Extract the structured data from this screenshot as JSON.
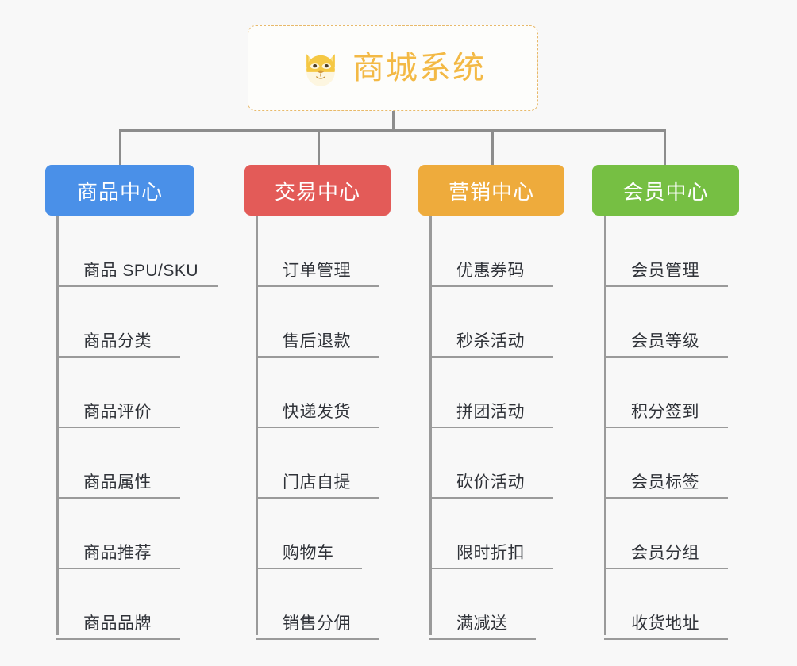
{
  "diagram": {
    "type": "org-chart",
    "background_color": "#f8f8f8",
    "root": {
      "title": "商城系统",
      "logo_icon": "dog-face-icon",
      "title_color": "#f3b945",
      "border_color": "#e8b96a"
    },
    "connector_color": "#8d8d8d",
    "branches": [
      {
        "id": "product-center",
        "label": "商品中心",
        "color": "#4a90e8",
        "items": [
          "商品 SPU/SKU",
          "商品分类",
          "商品评价",
          "商品属性",
          "商品推荐",
          "商品品牌"
        ]
      },
      {
        "id": "trade-center",
        "label": "交易中心",
        "color": "#e35b58",
        "items": [
          "订单管理",
          "售后退款",
          "快递发货",
          "门店自提",
          "购物车",
          "销售分佣"
        ]
      },
      {
        "id": "marketing-center",
        "label": "营销中心",
        "color": "#eeab3c",
        "items": [
          "优惠券码",
          "秒杀活动",
          "拼团活动",
          "砍价活动",
          "限时折扣",
          "满减送"
        ]
      },
      {
        "id": "member-center",
        "label": "会员中心",
        "color": "#76bf43",
        "items": [
          "会员管理",
          "会员等级",
          "积分签到",
          "会员标签",
          "会员分组",
          "收货地址"
        ]
      }
    ]
  }
}
